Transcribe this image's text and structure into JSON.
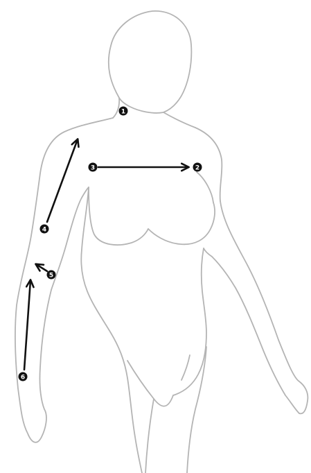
{
  "figure": {
    "markers": [
      {
        "id": "m1",
        "label": "1"
      },
      {
        "id": "m2",
        "label": "2"
      },
      {
        "id": "m3",
        "label": "3"
      },
      {
        "id": "m4",
        "label": "4"
      },
      {
        "id": "m5",
        "label": "5"
      },
      {
        "id": "m6",
        "label": "6"
      }
    ],
    "colors": {
      "outline": "#b4b4b4",
      "arrow": "#111111",
      "marker": "#111111",
      "marker_text": "#ffffff",
      "background": "#ffffff"
    }
  }
}
